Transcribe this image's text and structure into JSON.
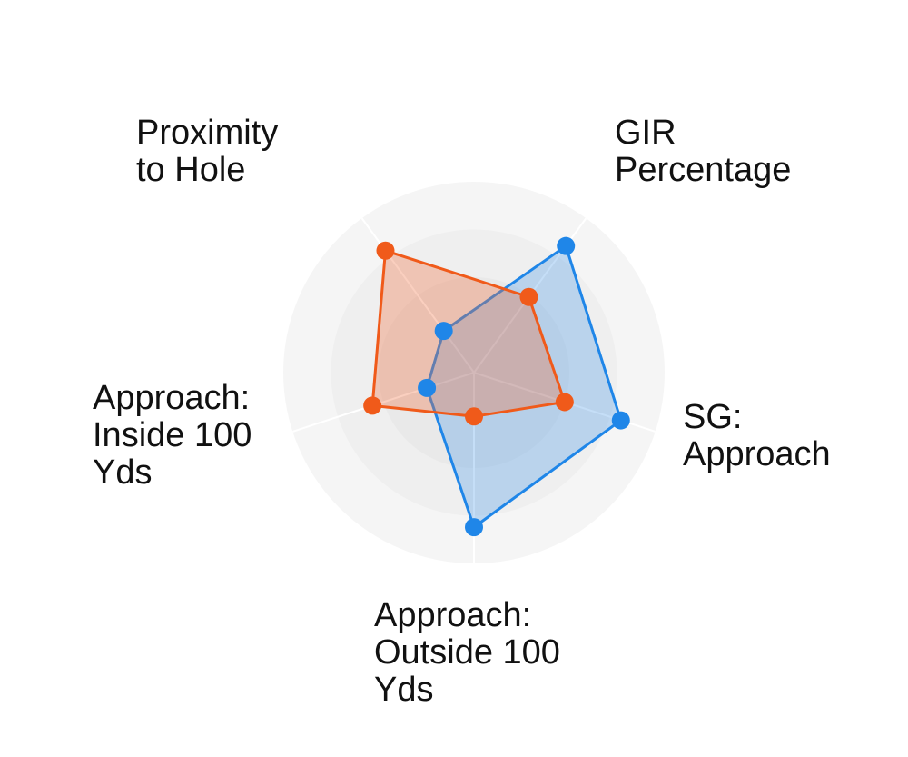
{
  "chart_data": {
    "type": "radar",
    "title": "",
    "axes": [
      {
        "lines": [
          "GIR",
          "Percentage"
        ]
      },
      {
        "lines": [
          "SG:",
          "Approach"
        ]
      },
      {
        "lines": [
          "Approach:",
          "Outside 100",
          "Yds"
        ]
      },
      {
        "lines": [
          "Approach:",
          "Inside 100",
          "Yds"
        ]
      },
      {
        "lines": [
          "Proximity",
          "to Hole"
        ]
      }
    ],
    "series": [
      {
        "color": "#1f86e8",
        "fill": "rgba(80,155,230,0.33)",
        "values": [
          0.82,
          0.81,
          0.81,
          0.26,
          0.27
        ]
      },
      {
        "color": "#f05a1a",
        "fill": "rgba(240,110,60,0.33)",
        "values": [
          0.49,
          0.5,
          0.23,
          0.56,
          0.79
        ]
      }
    ],
    "grid": true,
    "legend": "none"
  }
}
